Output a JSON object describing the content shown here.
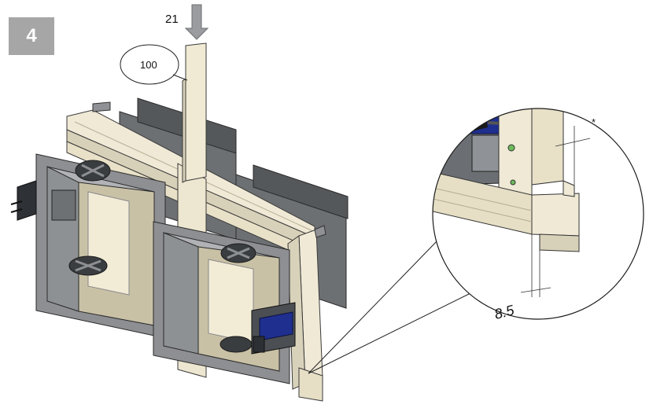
{
  "step_number": "4",
  "labels": {
    "arrow_label": "21",
    "part_callout": "100",
    "dimension": "8.5",
    "dimension_marker": "*"
  },
  "colors": {
    "badge": "#a6a6a6",
    "frame": "#efe9d6",
    "duct": "#8d8f92",
    "actuator": "#1f2f8f"
  }
}
